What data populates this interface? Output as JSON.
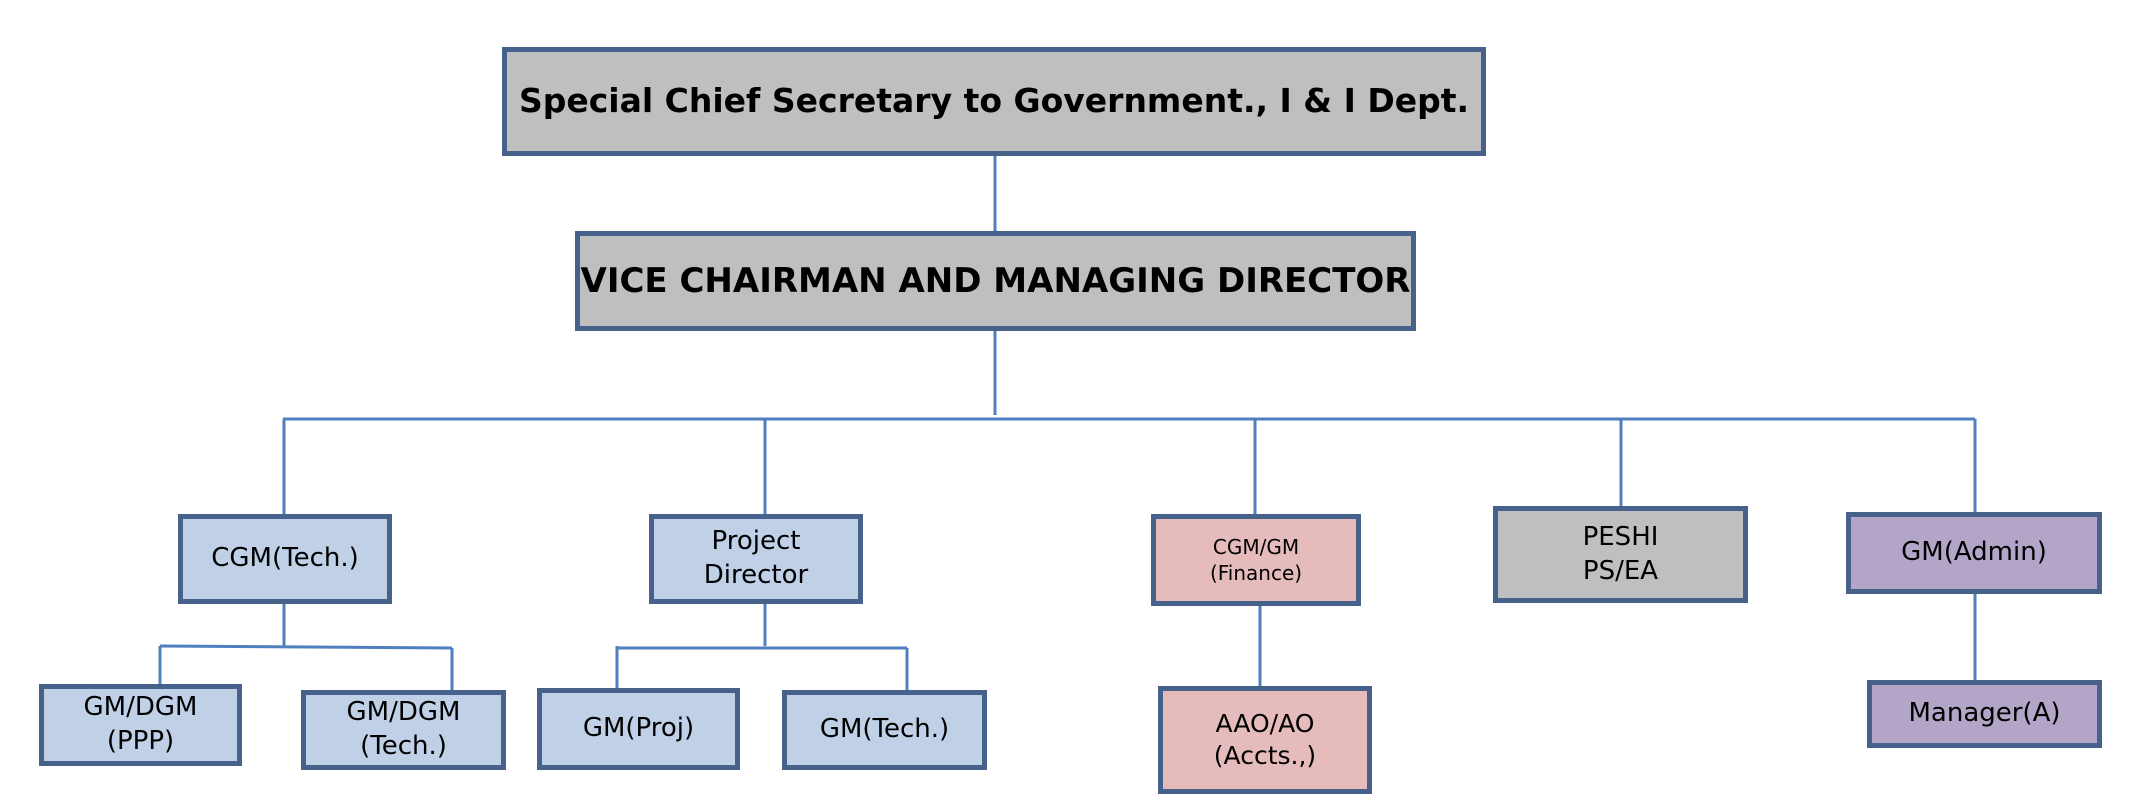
{
  "colors": {
    "line": "#4f7fbe",
    "border": "#46618a",
    "gray_fill": "#bfbfbf",
    "blue_fill": "#bfd0e7",
    "pink_fill": "#e5bcbb",
    "purple_fill": "#b3a5c8"
  },
  "org_chart": {
    "top": {
      "label": "Special Chief Secretary to Government., I & I Dept."
    },
    "vcmd": {
      "label": "VICE CHAIRMAN AND MANAGING DIRECTOR"
    },
    "divisions": [
      {
        "label": "CGM(Tech.)",
        "children": [
          {
            "label": "GM/DGM\n(PPP)"
          },
          {
            "label": "GM/DGM\n(Tech.)"
          }
        ]
      },
      {
        "label": "Project\nDirector",
        "children": [
          {
            "label": "GM(Proj)"
          },
          {
            "label": "GM(Tech.)"
          }
        ]
      },
      {
        "label": "CGM/GM\n(Finance)",
        "children": [
          {
            "label": "AAO/AO\n(Accts.,)"
          }
        ]
      },
      {
        "label": "PESHI\nPS/EA",
        "children": []
      },
      {
        "label": "GM(Admin)",
        "children": [
          {
            "label": "Manager(A)"
          }
        ]
      }
    ]
  }
}
